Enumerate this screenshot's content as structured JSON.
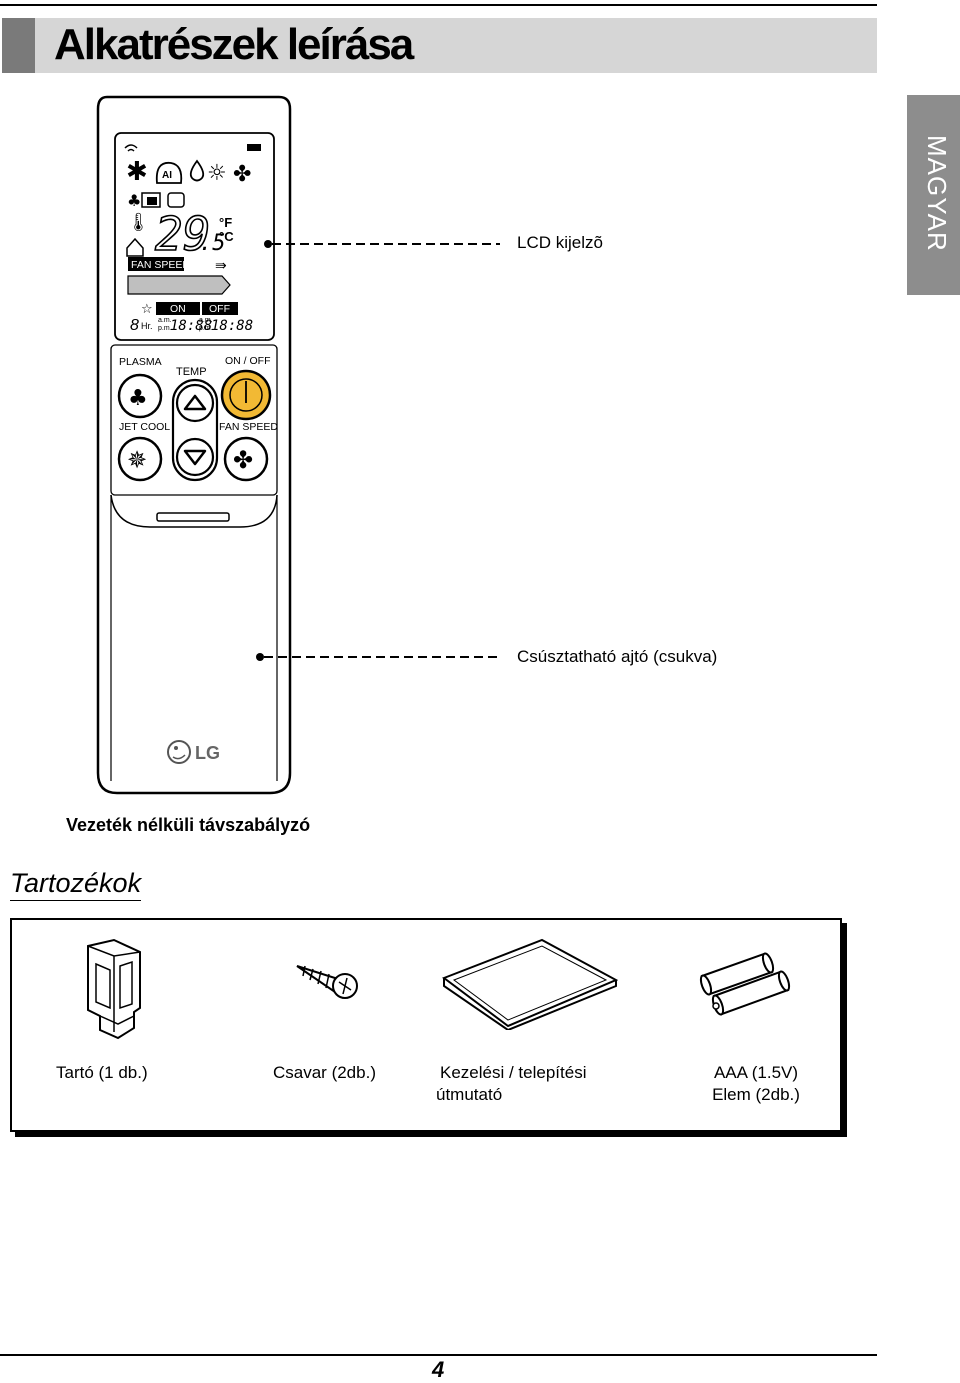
{
  "header": {
    "title": "Alkatrészek leírása"
  },
  "side_tab": {
    "label": "MAGYAR"
  },
  "remote": {
    "lcd": {
      "temp_value": "29",
      "temp_decimal": ".5",
      "unit_f": "°F",
      "unit_c": "°C",
      "ai_label": "AI",
      "fan_speed_label": "FAN SPEED",
      "on_label": "ON",
      "off_label": "OFF",
      "sleep_digit": "8",
      "hr_label": "Hr.",
      "am_label": "a.m.",
      "pm_label": "p.m.",
      "time_value": "18:88"
    },
    "buttons": {
      "plasma": "PLASMA",
      "temp": "TEMP",
      "on_off": "ON / OFF",
      "jet_cool": "JET COOL",
      "fan_speed": "FAN SPEED"
    },
    "brand": "LG"
  },
  "callouts": {
    "lcd_display": "LCD kijelzõ",
    "sliding_door": "Csúsztatható ajtó (csukva)"
  },
  "caption": "Vezeték nélküli távszabályzó",
  "accessories": {
    "title": "Tartozékok",
    "items": [
      {
        "line1": "Tartó (1 db.)",
        "line2": ""
      },
      {
        "line1": "Csavar (2db.)",
        "line2": ""
      },
      {
        "line1": "Kezelési / telepítési",
        "line2": "útmutató"
      },
      {
        "line1": "AAA (1.5V)",
        "line2": "Elem (2db.)"
      }
    ]
  },
  "footer": {
    "page_number": "4"
  }
}
